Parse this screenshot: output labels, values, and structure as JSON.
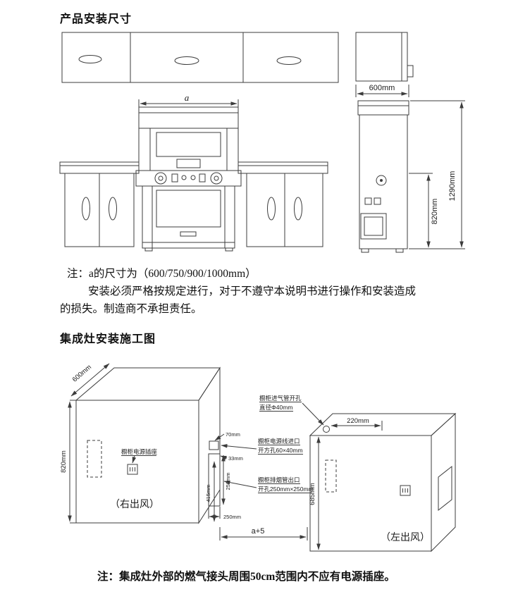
{
  "sections": {
    "install_dims": {
      "title": "产品安装尺寸",
      "note_line1": "注：a的尺寸为（600/750/900/1000mm）",
      "note_line2": "安装必须严格按规定进行，对于不遵守本说明书进行操作和安装造成",
      "note_line3": "的损失。制造商不承担责任。",
      "dims": {
        "width_a": "a",
        "depth": "600mm",
        "counter_height": "820mm",
        "total_height": "1290mm"
      }
    },
    "construction": {
      "title": "集成灶安装施工图",
      "note": "注：集成灶外部的燃气接头周围50cm范围内不应有电源插座。",
      "left_unit": {
        "depth": "600mm",
        "height": "820mm",
        "socket_label": "橱柜电源插座",
        "air_outlet": "（右出风）",
        "dim_70": "70mm",
        "dim_33": "33mm",
        "dim_415": "415mm",
        "dim_250_v": "250mm",
        "dim_250_h": "250mm"
      },
      "annotations": {
        "gas_hole_1": "橱柜进气管开孔",
        "gas_hole_2": "直径Φ40mm",
        "power_inlet_1": "橱柜电源线进口",
        "power_inlet_2": "开方孔60×40mm",
        "smoke_outlet_1": "橱柜排烟管出口",
        "smoke_outlet_2": "开孔250mm×250mm"
      },
      "dim_a5": "a+5",
      "right_unit": {
        "dim_220": "220mm",
        "height": "685mm",
        "air_outlet": "（左出风）"
      }
    }
  }
}
